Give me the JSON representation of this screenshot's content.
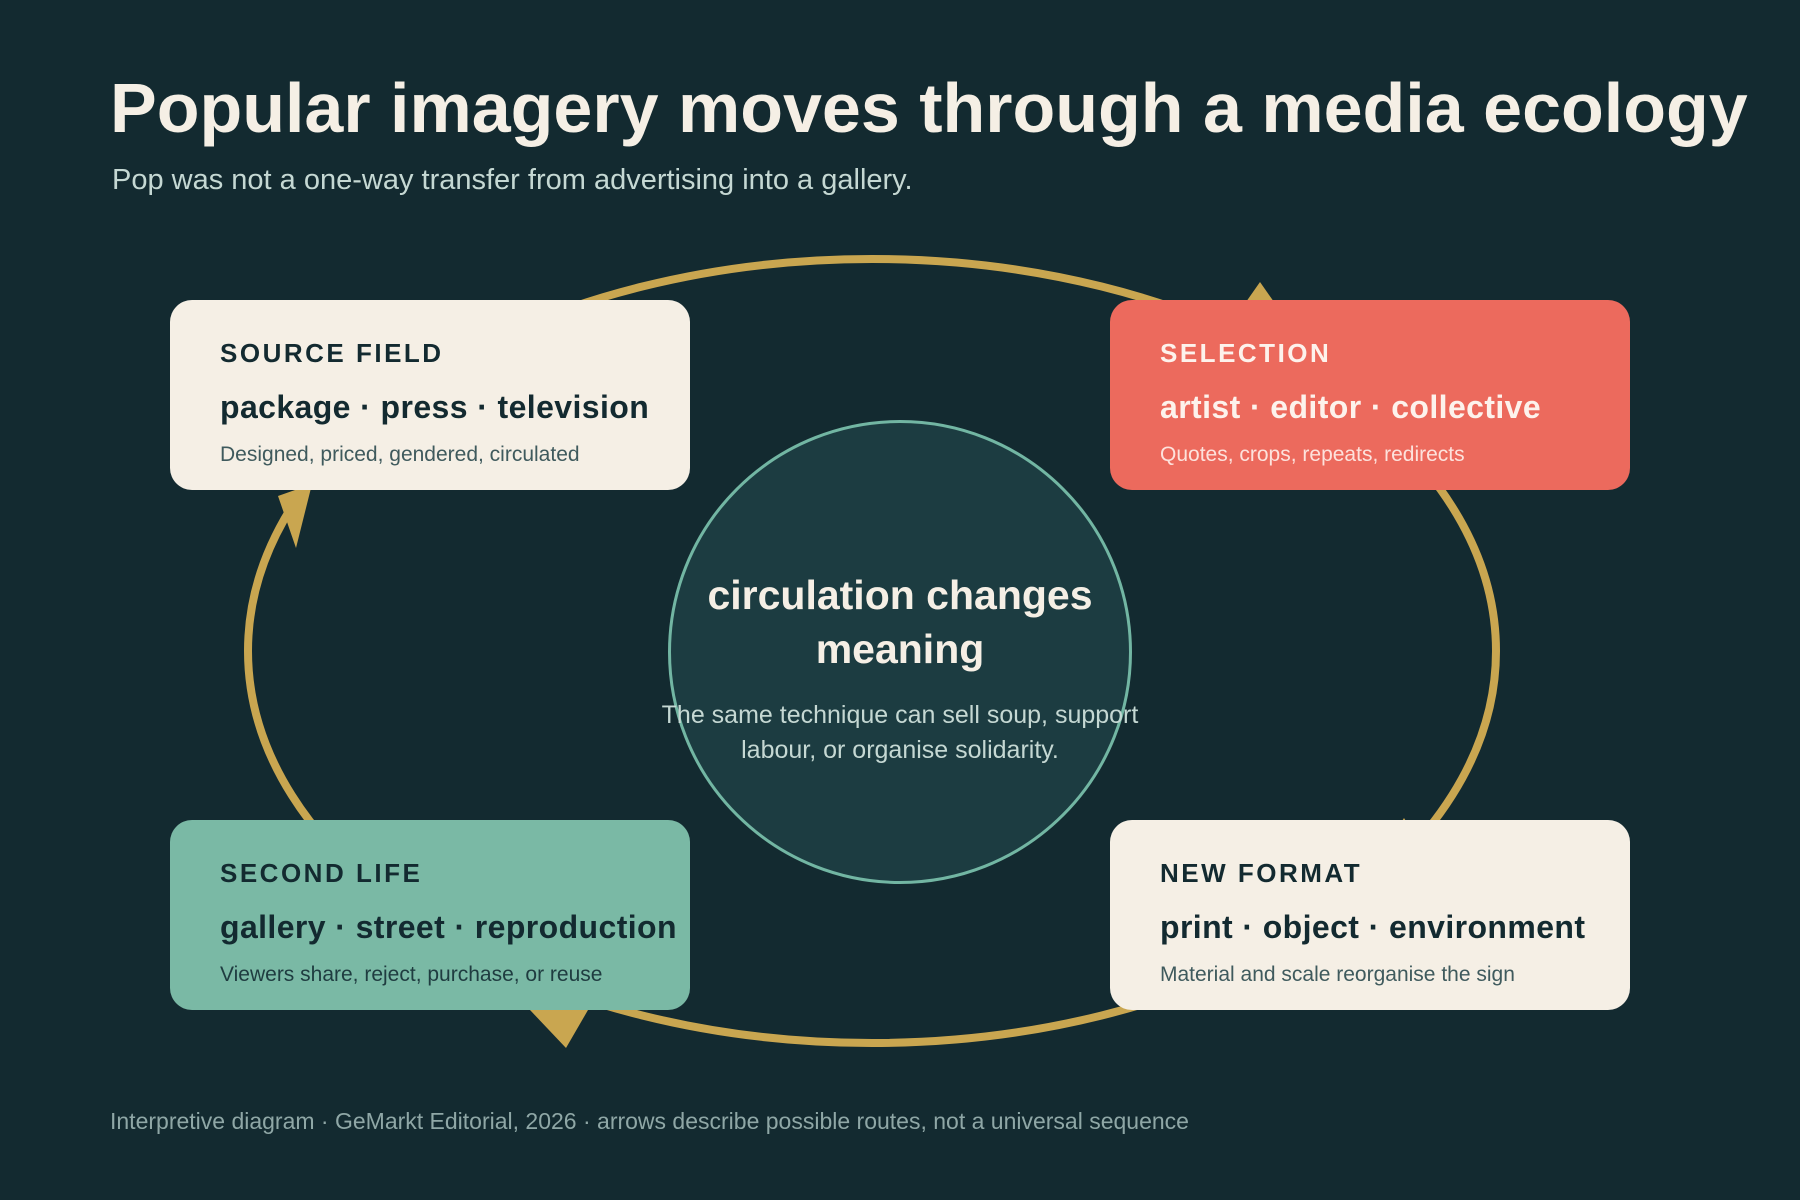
{
  "header": {
    "title": "Popular imagery moves through a media ecology",
    "subtitle": "Pop was not a one-way transfer from advertising into a gallery."
  },
  "stages": {
    "source": {
      "label": "SOURCE FIELD",
      "items": "package · press · television",
      "note": "Designed, priced, gendered, circulated",
      "color": "#f5efe5"
    },
    "selection": {
      "label": "SELECTION",
      "items": "artist · editor · collective",
      "note": "Quotes, crops, repeats, redirects",
      "color": "#ec6a5d"
    },
    "new_format": {
      "label": "NEW FORMAT",
      "items": "print · object · environment",
      "note": "Material and scale reorganise the sign",
      "color": "#f5efe5"
    },
    "second_life": {
      "label": "SECOND LIFE",
      "items": "gallery · street · reproduction",
      "note": "Viewers share, reject, purchase, or reuse",
      "color": "#7ab9a5"
    }
  },
  "center": {
    "title": "circulation changes meaning",
    "body": "The same technique can sell soup, support labour, or organise solidarity."
  },
  "footer": {
    "text": "Interpretive diagram · GeMarkt Editorial, 2026 · arrows describe possible routes, not a universal sequence"
  },
  "colors": {
    "background": "#132a30",
    "ring": "#c9a650",
    "center_fill": "#1c3c41",
    "center_stroke": "#72b6a3"
  }
}
